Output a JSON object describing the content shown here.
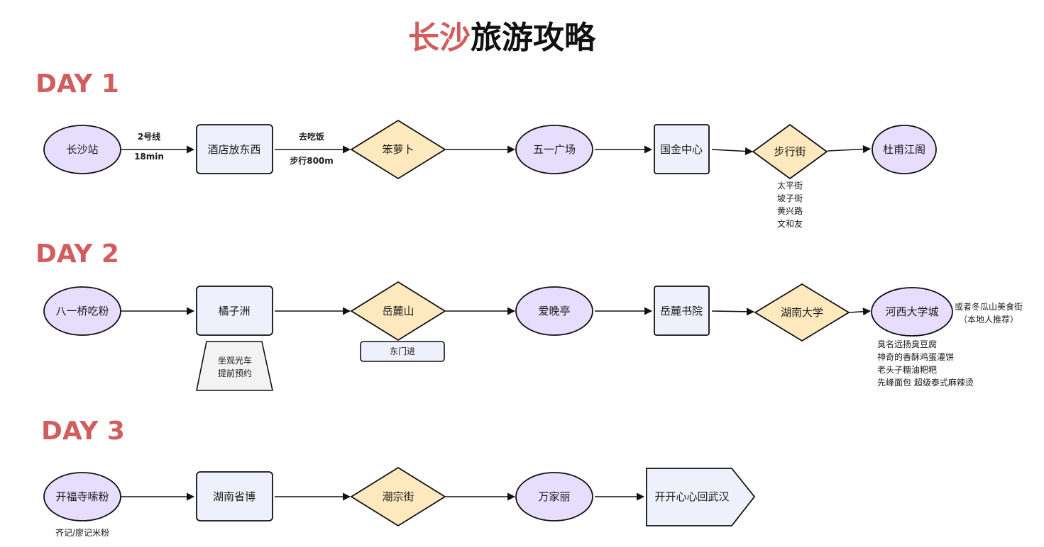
{
  "title": {
    "part_red": "长沙",
    "part_black": "旅游攻略"
  },
  "colors": {
    "title_red": "#d15e5e",
    "ellipse_fill": "#e6defc",
    "rect_fill": "#eef1fb",
    "diamond_fill": "#fde9bd",
    "trapezoid_fill": "#f3f3f3",
    "stroke": "#111111"
  },
  "days": {
    "day1": {
      "label": "DAY 1",
      "nodes": {
        "n1": "长沙站",
        "n2": "酒店放东西",
        "n3": "笨萝卜",
        "n4": "五一广场",
        "n5": "国金中心",
        "n6": "步行街",
        "n7": "杜甫江阁"
      },
      "edges": {
        "e1_top": "2号线",
        "e1_bottom": "18min",
        "e2_top": "去吃饭",
        "e2_bottom": "步行800m"
      },
      "notes": {
        "walkstreet": [
          "太平街",
          "坡子街",
          "黄兴路",
          "文和友"
        ]
      }
    },
    "day2": {
      "label": "DAY 2",
      "nodes": {
        "n1": "八一桥吃粉",
        "n2": "橘子洲",
        "n3": "岳麓山",
        "n4": "爱晚亭",
        "n5": "岳麓书院",
        "n6": "湖南大学",
        "n7": "河西大学城"
      },
      "notes": {
        "juzizhou": [
          "坐观光车",
          "提前预约"
        ],
        "yuelushan": "东门进",
        "hexi_side": [
          "或者冬瓜山美食街",
          "（本地人推荐）"
        ],
        "hexi_below": [
          "臭名远扬臭豆腐",
          "神奇的香酥鸡蛋灌饼",
          "老头子糖油粑粑",
          "先峰面包  超级泰式麻辣烫"
        ]
      }
    },
    "day3": {
      "label": "DAY 3",
      "nodes": {
        "n1": "开福寺嗦粉",
        "n2": "湖南省博",
        "n3": "潮宗街",
        "n4": "万家丽",
        "n5": "开开心心回武汉"
      },
      "notes": {
        "kaifu": "齐记/廖记米粉"
      }
    }
  }
}
